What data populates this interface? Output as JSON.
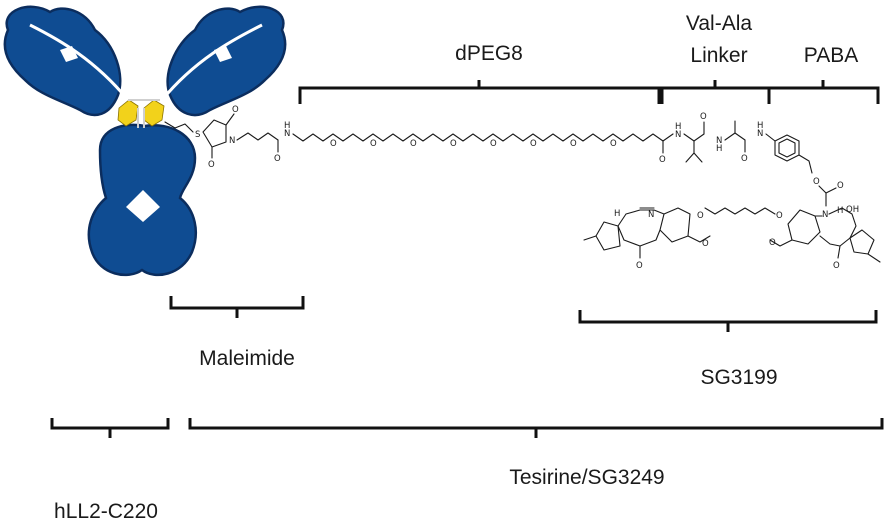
{
  "labels": {
    "dpeg8": "dPEG8",
    "val_ala_line1": "Val-Ala",
    "val_ala_line2": "Linker",
    "paba": "PABA",
    "maleimide": "Maleimide",
    "sg3199": "SG3199",
    "tesirine": "Tesirine/SG3249",
    "antibody": "hLL2-C220"
  },
  "atoms": {
    "S": "S",
    "N": "N",
    "O": "O",
    "NH": "N",
    "H": "H",
    "OH": "OH"
  },
  "colors": {
    "antibody_blue": "#0f4c92",
    "antibody_outline": "#0b2d5e",
    "cysteine_yellow": "#f2d21b",
    "bracket": "#111111"
  }
}
